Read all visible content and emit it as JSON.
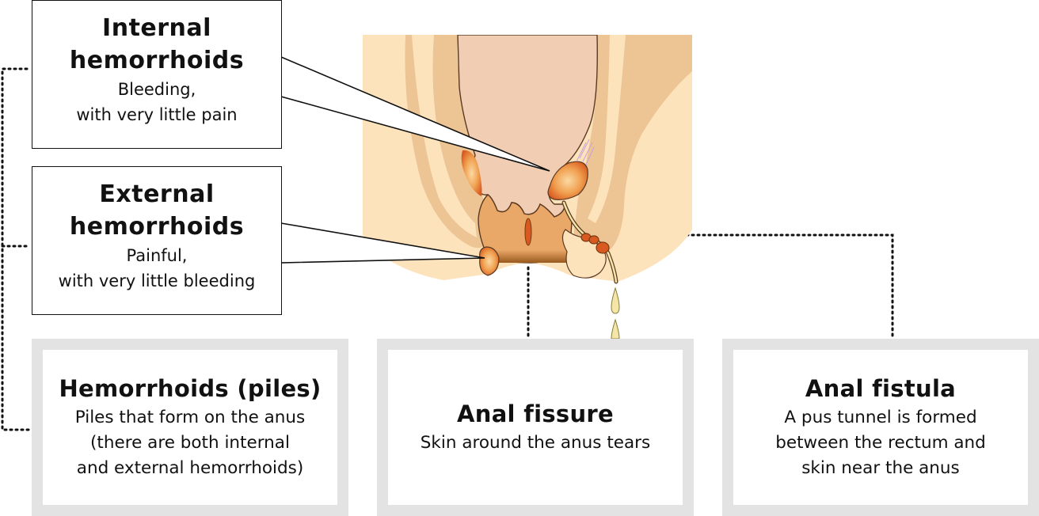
{
  "callouts": {
    "internal": {
      "title": "Internal\nhemorrhoids",
      "description": "Bleeding,\nwith very little pain"
    },
    "external": {
      "title": "External\nhemorrhoids",
      "description": "Painful,\nwith very little bleeding"
    }
  },
  "conditions": [
    {
      "title": "Hemorrhoids (piles)",
      "description": "Piles that form on the anus\n(there are both internal\nand external hemorrhoids)"
    },
    {
      "title": "Anal fissure",
      "description": "Skin around the anus tears"
    },
    {
      "title": "Anal fistula",
      "description": "A pus tunnel is formed\nbetween the rectum and\nskin near the anus"
    }
  ],
  "colors": {
    "skin_light": "#fde3bb",
    "skin_mid": "#edc494",
    "rectum": "#f1cdb4",
    "anal_canal": "#e9a868",
    "inflamed": "#e0681e",
    "pus": "#f3e6a6",
    "panel_border": "#e3e3e3"
  }
}
